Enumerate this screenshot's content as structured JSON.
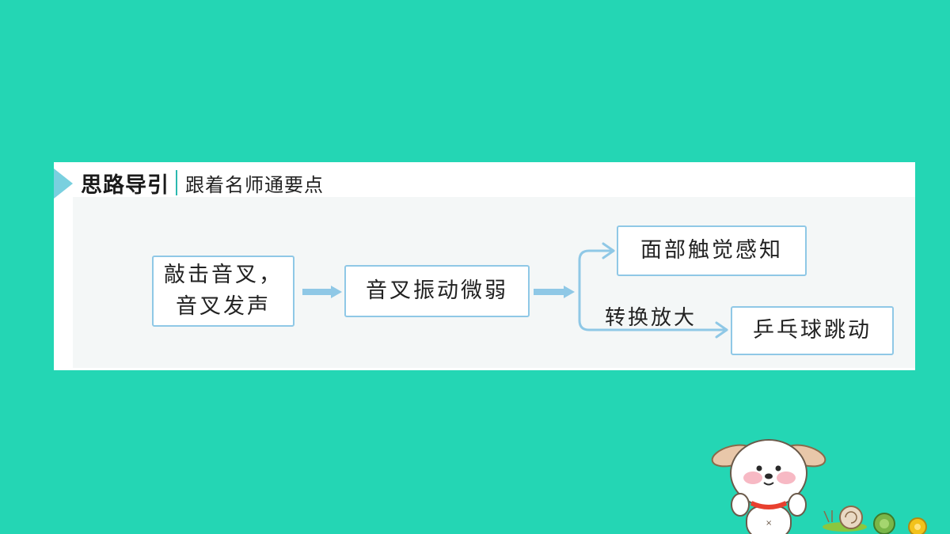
{
  "header": {
    "title": "思路导引",
    "subtitle": "跟着名师通要点"
  },
  "flow": {
    "start_line1": "敲击音叉，",
    "start_line2": "音叉发声",
    "middle": "音叉振动微弱",
    "upper": "面部触觉感知",
    "lower": "乒乓球跳动",
    "lower_label": "转换放大"
  },
  "colors": {
    "background": "#24d6b4",
    "arrow": "#8fc8e6",
    "box_border": "#8fc8e6"
  }
}
